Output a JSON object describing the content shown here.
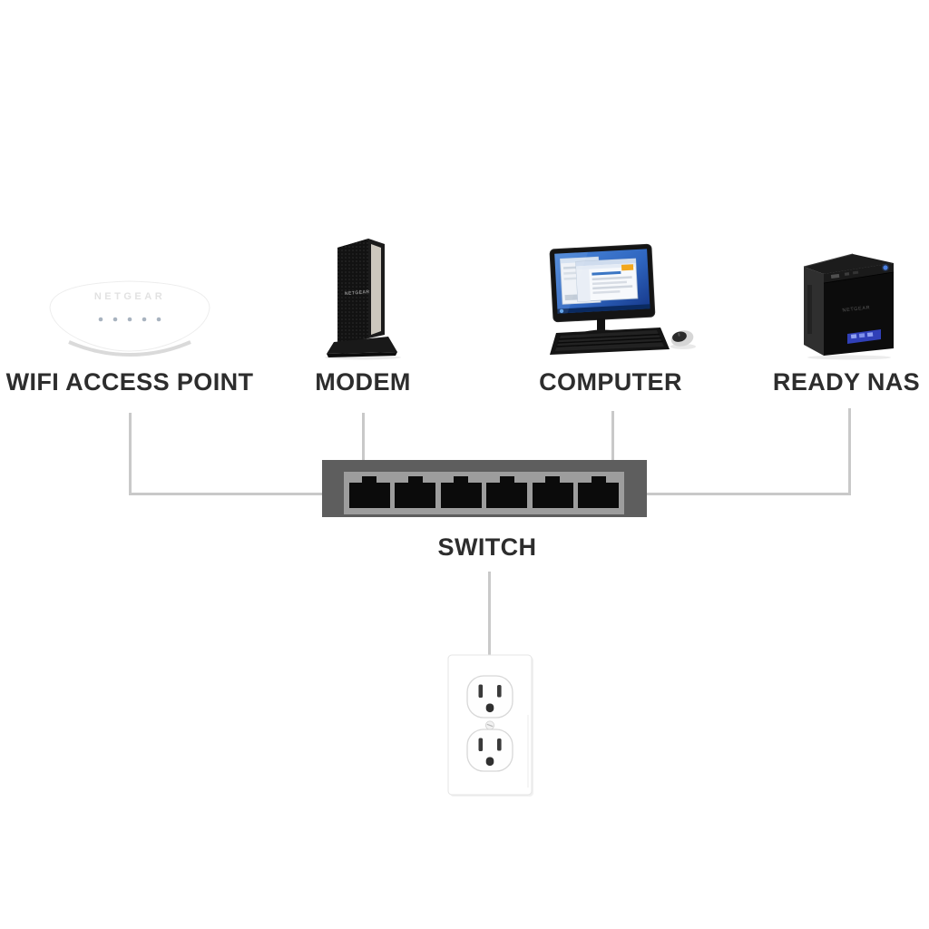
{
  "diagram": {
    "type": "network-topology",
    "brand_text": "NETGEAR",
    "labels": {
      "wifi_access_point": "WIFI ACCESS POINT",
      "modem": "MODEM",
      "computer": "COMPUTER",
      "ready_nas": "READY NAS",
      "switch": "SWITCH"
    },
    "switch": {
      "port_count": 6
    },
    "access_point": {
      "led_count": 5
    },
    "connections": [
      {
        "from": "wifi-access-point",
        "to": "switch"
      },
      {
        "from": "modem",
        "to": "switch"
      },
      {
        "from": "computer",
        "to": "switch"
      },
      {
        "from": "ready-nas",
        "to": "switch"
      },
      {
        "from": "switch",
        "to": "power-outlet"
      }
    ],
    "colors": {
      "connector_line": "#c9c9c9",
      "label_text": "#2d2d2d",
      "switch_body": "#5e5e5e",
      "switch_faceplate": "#9d9d9d",
      "switch_port": "#0b0b0b",
      "nas_led": "#4a7fe0",
      "nas_lcd": "#3040b8",
      "computer_screen": "#2f66c0"
    }
  }
}
